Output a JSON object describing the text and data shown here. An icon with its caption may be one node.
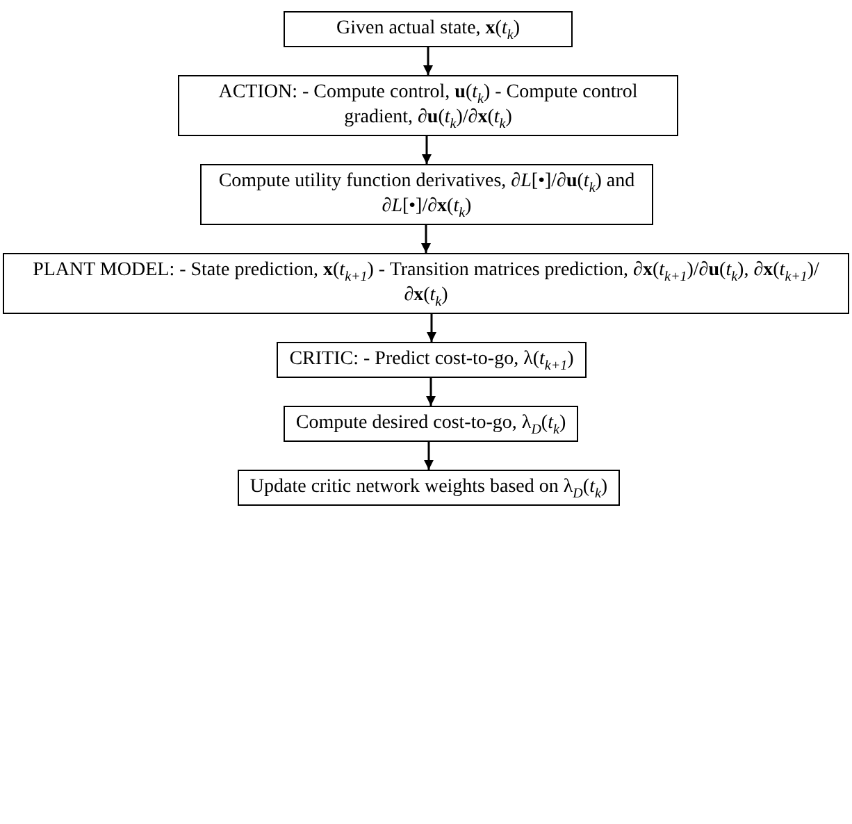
{
  "diagram": {
    "nodes": [
      {
        "text": [
          "Given actual state, **x**(*t*$_{k}$)"
        ]
      },
      {
        "text": [
          "ACTION: - Compute control, **u**(*t*$_{k}$) - Compute control gradient, ∂**u**(*t*$_{k}$)/∂**x**(*t*$_{k}$)"
        ]
      },
      {
        "text": [
          "Compute utility function derivatives, ∂*L*[•]/∂**u**(*t*$_{k}$) and ∂*L*[•]/∂**x**(*t*$_{k}$)"
        ]
      },
      {
        "text": [
          "PLANT MODEL: - State prediction, **x**(*t*$_{k+1}$) - Transition matrices prediction, ∂**x**(*t*$_{k+1}$)/∂**u**(*t*$_{k}$), ∂**x**(*t*$_{k+1}$)/∂**x**(*t*$_{k}$)"
        ]
      },
      {
        "text": [
          "CRITIC: - Predict cost-to-go, λ(*t*$_{k+1}$)"
        ]
      },
      {
        "text": [
          "Compute desired cost-to-go, λ$_{D}$(*t*$_{k}$)"
        ]
      },
      {
        "text": [
          "Update critic network weights based on λ$_{D}$(*t*$_{k}$)"
        ]
      }
    ],
    "edges": [
      {
        "from": 0,
        "to": 1,
        "arrow": "to"
      },
      {
        "from": 1,
        "to": 2,
        "arrow": "to"
      },
      {
        "from": 2,
        "to": 3,
        "arrow": "to"
      },
      {
        "from": 3,
        "to": 4,
        "arrow": "to"
      },
      {
        "from": 4,
        "to": 5,
        "arrow": "to"
      },
      {
        "from": 5,
        "to": 6,
        "arrow": "to"
      }
    ]
  }
}
